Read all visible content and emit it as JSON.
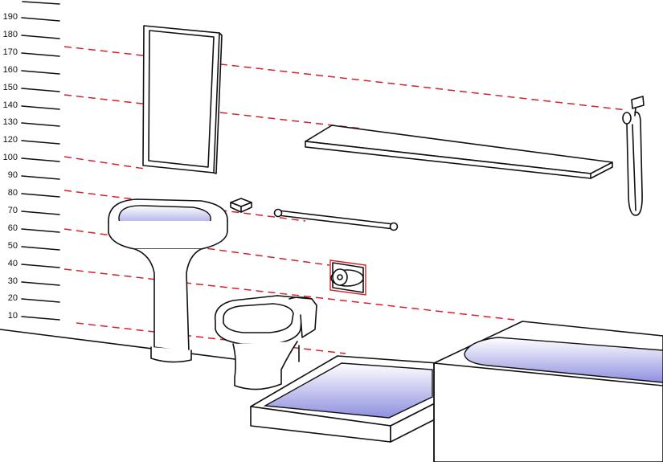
{
  "scale": {
    "ticks": [
      "190",
      "180",
      "170",
      "160",
      "150",
      "140",
      "130",
      "120",
      "100",
      "90",
      "80",
      "70",
      "60",
      "50",
      "40",
      "30",
      "20",
      "10"
    ]
  },
  "colors": {
    "guide_line": "#d2232a",
    "outline": "#111111",
    "water_light": "#ffffff",
    "water_dark": "#8f8fe0"
  },
  "fixtures": [
    "mirror",
    "shelf",
    "hand-shower",
    "soap-dish",
    "towel-bar",
    "sink",
    "toilet-paper-holder",
    "toilet",
    "shower-tray",
    "bathtub"
  ]
}
